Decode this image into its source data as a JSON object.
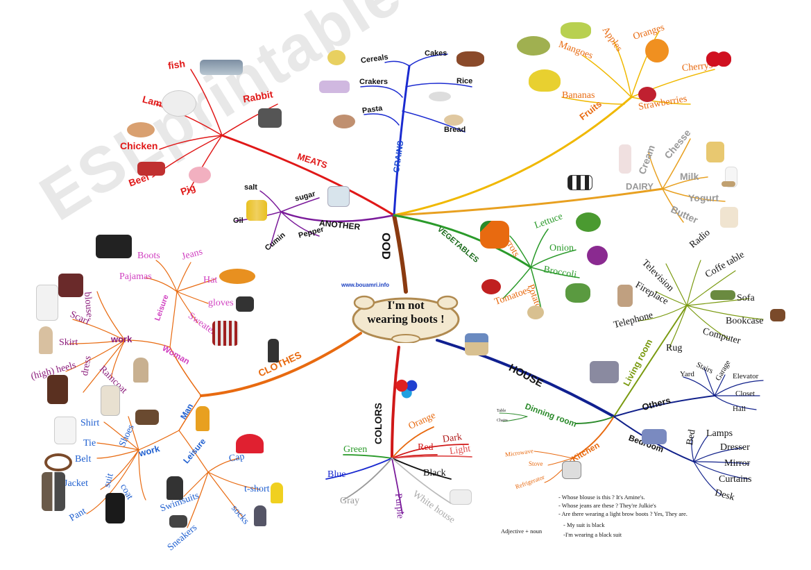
{
  "center": {
    "line1": "I'm not",
    "line2": "wearing boots !"
  },
  "site": "www.bouamri.info",
  "watermark": "ESLprintables.com",
  "colors": {
    "meats": "#e01818",
    "grains": "#1a2ad0",
    "fruits": "#f0b800",
    "dairy": "#e8a020",
    "another": "#7a1a9a",
    "vegetables": "#2a9a2a",
    "livingroom": "#7a9a10",
    "clothes": "#e86a10",
    "women": "#d040c0",
    "men": "#2060d0",
    "colors": "#d01818",
    "house": "#102090",
    "dining": "#2a8a2a",
    "kitchen": "#e86a10",
    "bedroom": "#10208a",
    "others": "#10208a"
  },
  "food": {
    "label": "FOOD",
    "label_visible": "OOD"
  },
  "meats": {
    "label": "MEATS",
    "items": [
      "fish",
      "Lamb",
      "Chicken",
      "Beef",
      "Pig",
      "Rabbit"
    ]
  },
  "grains": {
    "label": "GRAINS",
    "items": [
      "Cereals",
      "Crakers",
      "Pasta",
      "Cakes",
      "Rice",
      "Bread"
    ]
  },
  "fruits": {
    "label": "Fruits",
    "items": [
      "Mangoes",
      "Apples",
      "Oranges",
      "Cherrys",
      "Bananas",
      "Strawberries"
    ]
  },
  "dairy": {
    "label": "DAIRY",
    "items": [
      "Cream",
      "Chesse",
      "Milk",
      "Yogurt",
      "Butter"
    ]
  },
  "another": {
    "label": "ANOTHER",
    "items": [
      "salt",
      "sugar",
      "Oil",
      "Cumin",
      "Pepper"
    ]
  },
  "vegetables": {
    "label": "VEGETABLES",
    "items": [
      "Carrots",
      "Lettuce",
      "Onion",
      "Broccoli",
      "Tomatoes",
      "Potatoes"
    ]
  },
  "clothes": {
    "label": "CLOTHES",
    "woman": {
      "label": "Woman",
      "leisure": {
        "label": "Leisure",
        "items": [
          "Boots",
          "Jeans",
          "Pajamas",
          "Hat",
          "gloves",
          "Sweater"
        ]
      },
      "work": {
        "label": "work",
        "items": [
          "blouse",
          "Scarf",
          "Skirt",
          "(high) heels",
          "dress",
          "Raincoat"
        ]
      }
    },
    "man": {
      "label": "Man",
      "work": {
        "label": "work",
        "items": [
          "Shirt",
          "Tie",
          "Belt",
          "Shoes",
          "suit",
          "Jacket",
          "Pant",
          "coat"
        ]
      },
      "leisure": {
        "label": "Leisure",
        "items": [
          "Cap",
          "t-short",
          "Swimsuits",
          "Sneakers",
          "socks"
        ]
      }
    }
  },
  "colors_branch": {
    "label": "COLORS",
    "items": [
      "Orange",
      "Green",
      "Red",
      "Dark",
      "Light",
      "Blue",
      "Black",
      "Gray",
      "Purple",
      "White house"
    ]
  },
  "house": {
    "label": "HOUSE",
    "living": {
      "label": "Living room",
      "items": [
        "Television",
        "Radio",
        "Fireplace",
        "Coffe table",
        "Sofa",
        "Telephone",
        "Bookcase",
        "Computer",
        "Rug"
      ]
    },
    "others": {
      "label": "Others",
      "items": [
        "Yard",
        "Stairs",
        "Garage",
        "Elevator",
        "Closet",
        "Hall"
      ]
    },
    "dining": {
      "label": "Dinning room",
      "items": [
        "Table",
        "Chairs"
      ]
    },
    "kitchen": {
      "label": "Kitchen",
      "items": [
        "Microwave",
        "Stove",
        "Refrigerator"
      ]
    },
    "bedroom": {
      "label": "Bedroom",
      "items": [
        "Bed",
        "Lamps",
        "Dresser",
        "Mirror",
        "Curtains",
        "Desk"
      ]
    }
  },
  "notes": {
    "q1": "- Whose blouse is this ?   It's Amine's.",
    "q2": "- Whose jeans are these ?   They're Julkie's",
    "q3": "- Are there wearing a light brow boots ?   Yes, They are.",
    "adj_title": "Adjective + noun",
    "adj1": "- My suit is black",
    "adj2": "-I'm wearing a black suit"
  }
}
